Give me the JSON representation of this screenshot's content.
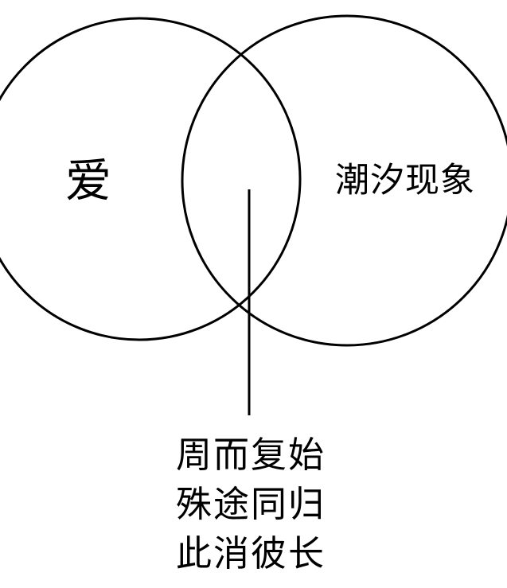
{
  "diagram": {
    "left_circle_label": "爱",
    "right_circle_label": "潮汐现象",
    "intersection_caption": [
      "周而复始",
      "殊途同归",
      "此消彼长"
    ]
  },
  "colors": {
    "stroke": "#000000",
    "background": "#ffffff",
    "text": "#000000"
  }
}
